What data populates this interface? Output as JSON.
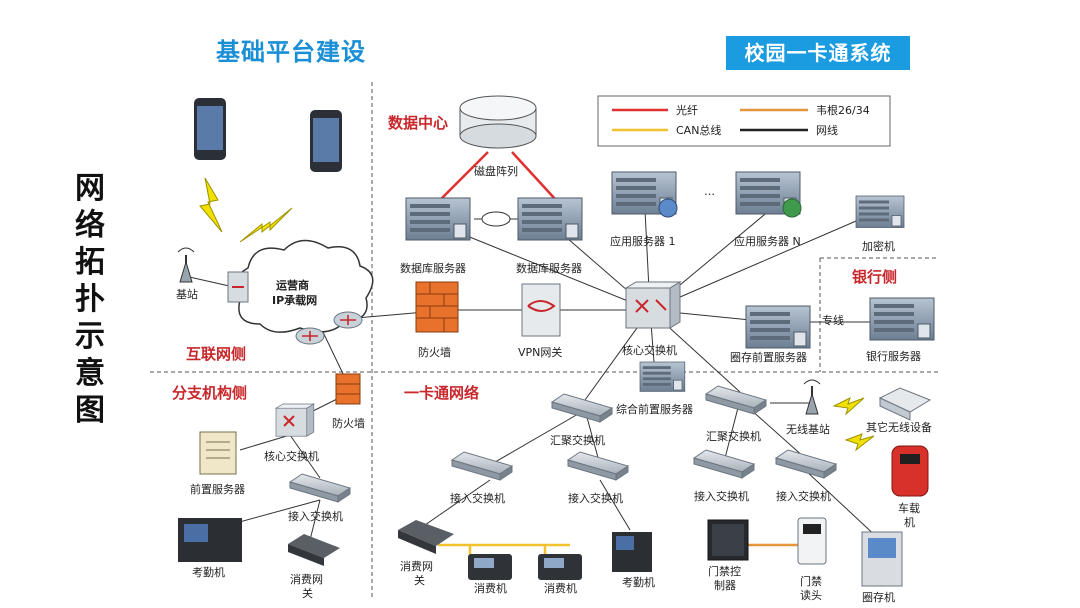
{
  "header": {
    "title": "基础平台建设",
    "badge": "校园一卡通系统",
    "side_title": "网络拓扑示意图"
  },
  "legend": {
    "fiber": "光纤",
    "cat": "韦根26/34",
    "can": "CAN总线",
    "net": "网线",
    "colors": {
      "fiber": "#e03030",
      "cat": "#e3963a",
      "can": "#f2c22e",
      "net": "#222222"
    }
  },
  "zones": {
    "datacenter": "数据中心",
    "internet": "互联网侧",
    "branch": "分支机构侧",
    "card_network": "一卡通网络",
    "bank": "银行侧"
  },
  "labels": {
    "base_station": "基站",
    "carrier_line1": "运营商",
    "carrier_line2": "IP承载网",
    "disk_array": "磁盘阵列",
    "db_server_1": "数据库服务器",
    "db_server_2": "数据库服务器",
    "app_server_1": "应用服务器 1",
    "app_server_n": "应用服务器 N",
    "ellipsis": "…",
    "encryptor": "加密机",
    "firewall": "防火墙",
    "vpn_gateway": "VPN网关",
    "core_switch": "核心交换机",
    "frontend_server": "圈存前置服务器",
    "dedicated_line": "专线",
    "bank_server": "银行服务器",
    "integrated_frontend": "综合前置服务器",
    "branch_firewall": "防火墙",
    "branch_core_switch": "核心交换机",
    "branch_front_server": "前置服务器",
    "branch_access_switch": "接入交换机",
    "attendance_machine": "考勤机",
    "consumer_gateway_1": "消费网",
    "consumer_gateway_2": "关",
    "agg_switch_1": "汇聚交换机",
    "agg_switch_2": "汇聚交换机",
    "access_switch_1": "接入交换机",
    "access_switch_2": "接入交换机",
    "access_switch_3": "接入交换机",
    "access_switch_4": "接入交换机",
    "wireless_base": "无线基站",
    "other_wireless": "其它无线设备",
    "vehicle_line1": "车载",
    "vehicle_line2": "机",
    "consume_gw_a_line1": "消费网",
    "consume_gw_a_line2": "关",
    "pos_1": "消费机",
    "pos_2": "消费机",
    "attendance_2": "考勤机",
    "door_ctrl_line1": "门禁控",
    "door_ctrl_line2": "制器",
    "door_reader_line1": "门禁",
    "door_reader_line2": "读头",
    "kiosk": "圈存机"
  }
}
